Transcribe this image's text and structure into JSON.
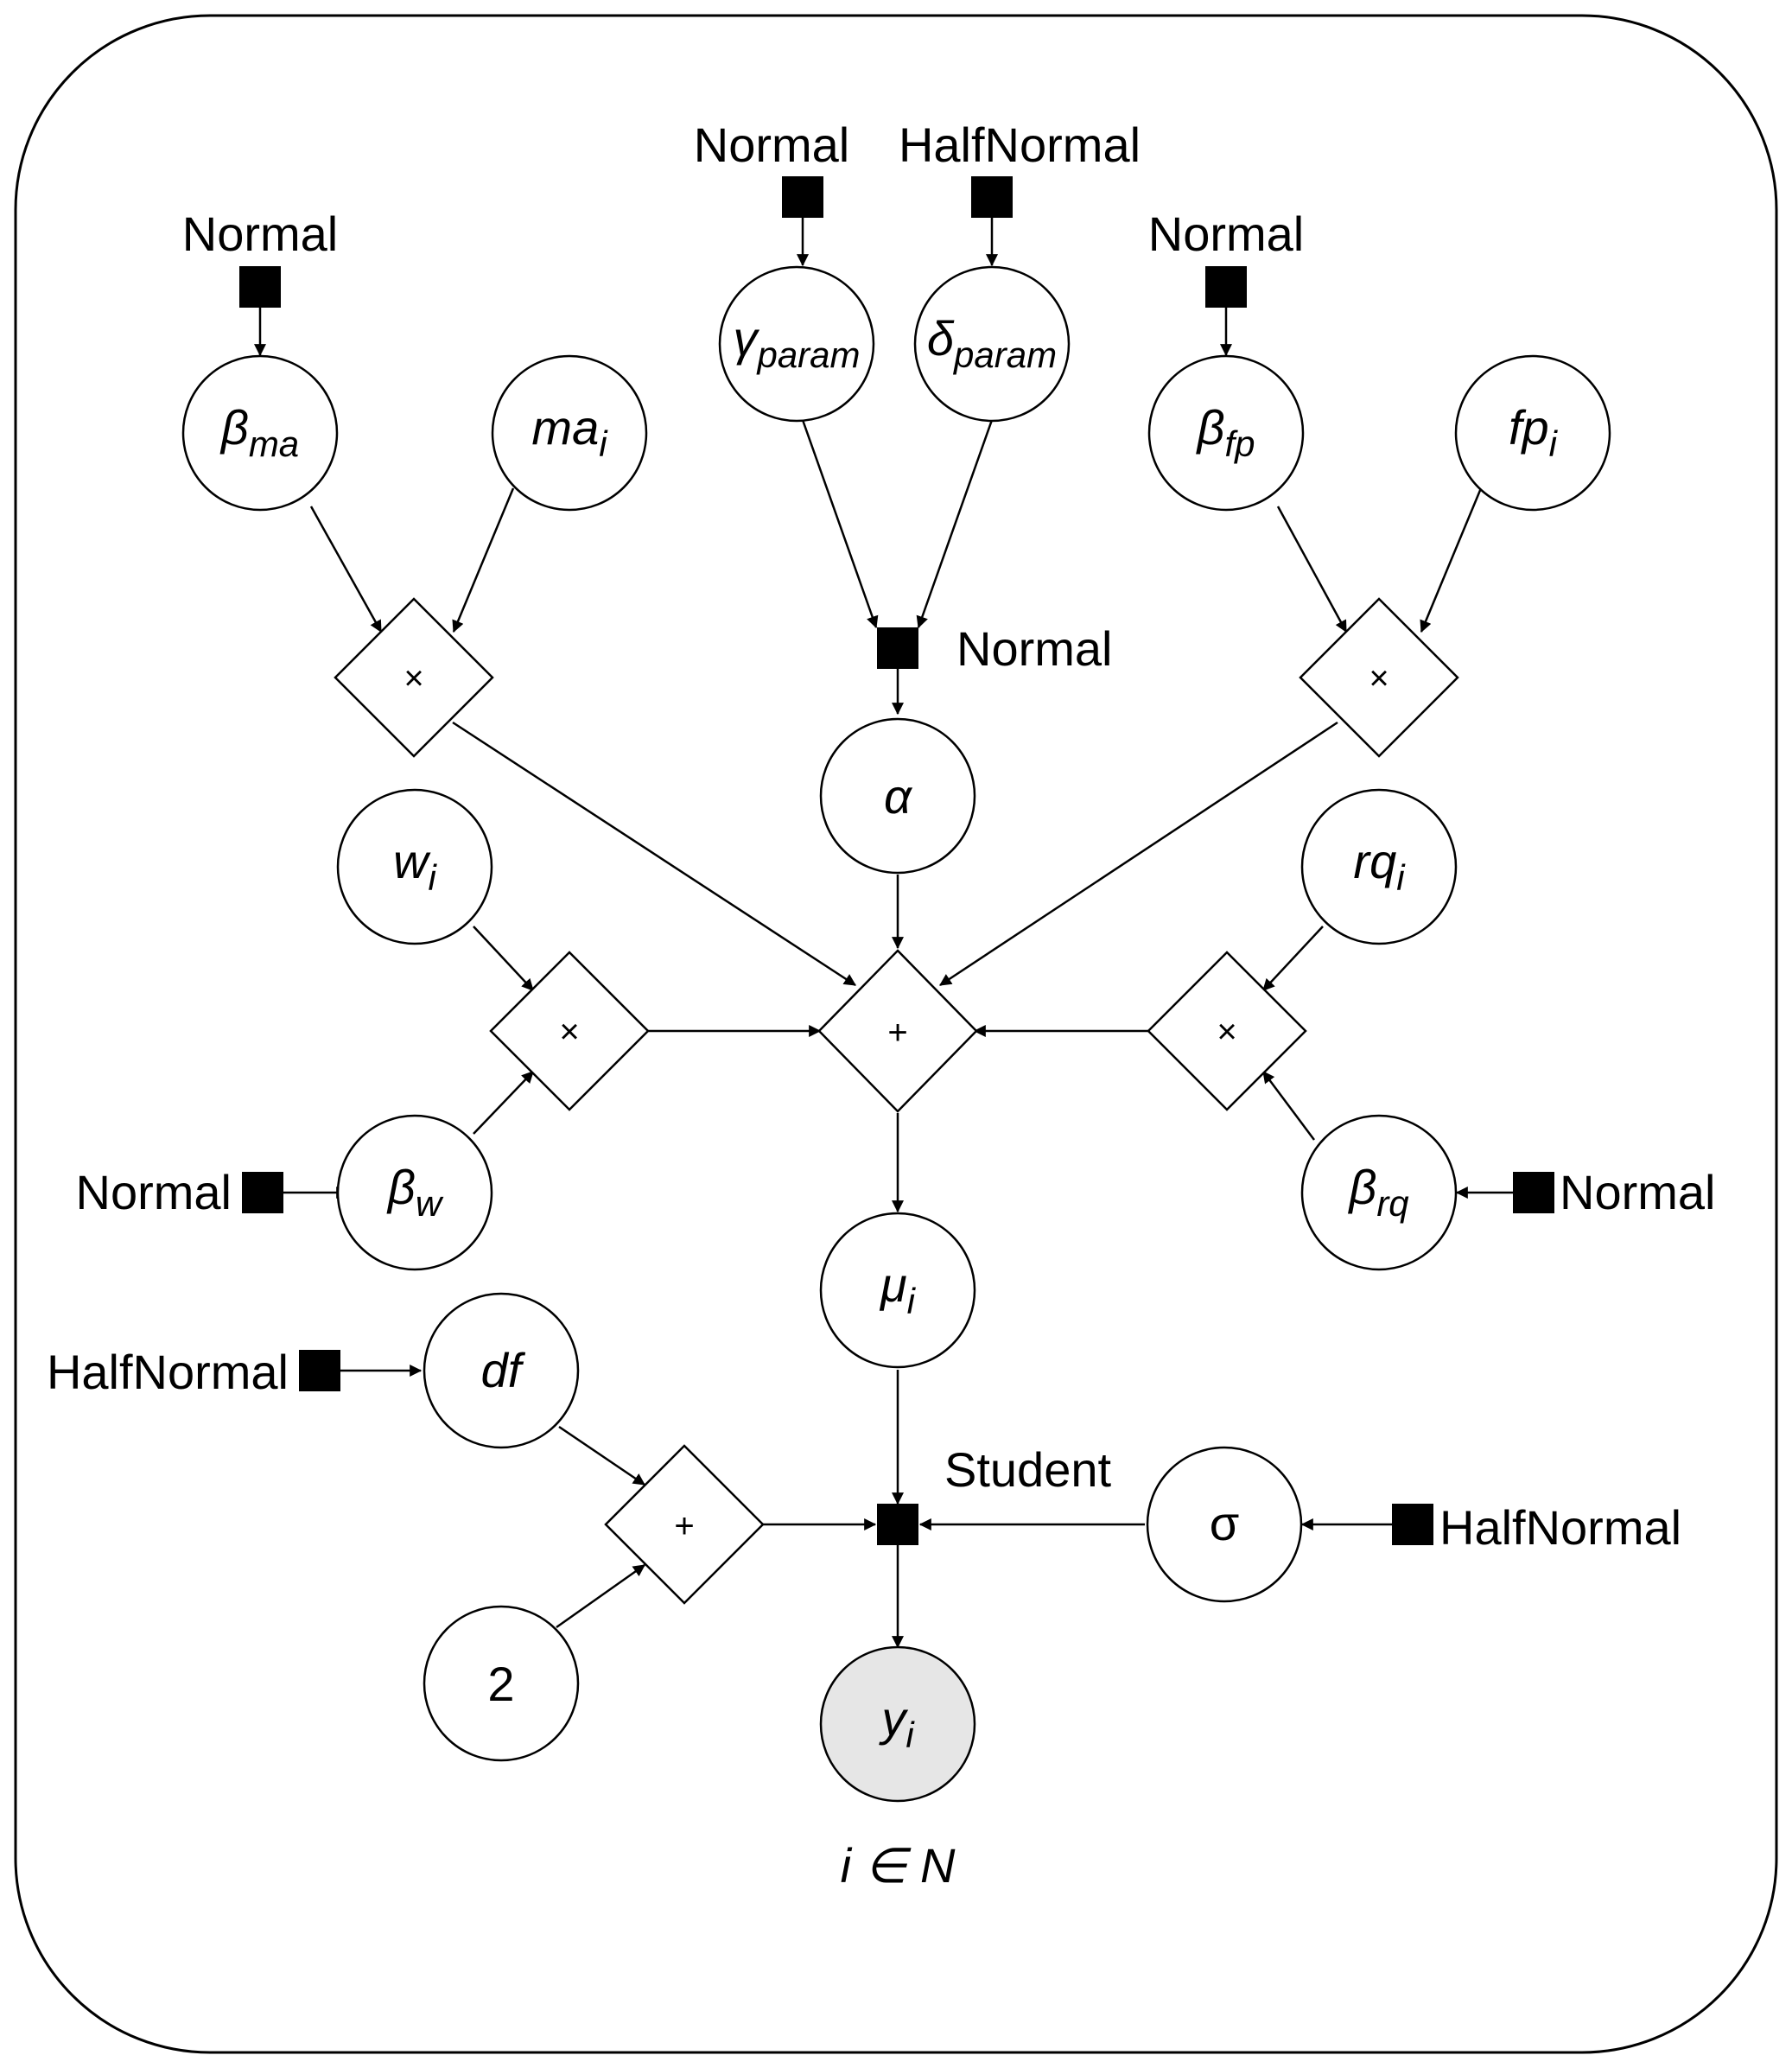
{
  "plate_label": "i ∈ N",
  "nodes": {
    "beta_ma": {
      "base": "β",
      "sub": "ma"
    },
    "ma_i": {
      "base": "ma",
      "sub": "i"
    },
    "gamma_param": {
      "base": "γ",
      "sub": "param"
    },
    "delta_param": {
      "base": "δ",
      "sub": "param"
    },
    "beta_fp": {
      "base": "β",
      "sub": "fp"
    },
    "fp_i": {
      "base": "fp",
      "sub": "i"
    },
    "alpha": {
      "base": "α"
    },
    "w_i": {
      "base": "w",
      "sub": "i"
    },
    "rq_i": {
      "base": "rq",
      "sub": "i"
    },
    "beta_w": {
      "base": "β",
      "sub": "w"
    },
    "beta_rq": {
      "base": "β",
      "sub": "rq"
    },
    "mu_i": {
      "base": "μ",
      "sub": "i"
    },
    "df": {
      "base": "df"
    },
    "sigma": {
      "base": "σ"
    },
    "two": {
      "base": "2"
    },
    "y_i": {
      "base": "y",
      "sub": "i"
    }
  },
  "operators": {
    "mult": "×",
    "plus": "+"
  },
  "distributions": {
    "normal": "Normal",
    "half_normal": "HalfNormal",
    "student": "Student"
  },
  "colors": {
    "observed_fill": "#e6e6e6",
    "line": "#000000"
  }
}
